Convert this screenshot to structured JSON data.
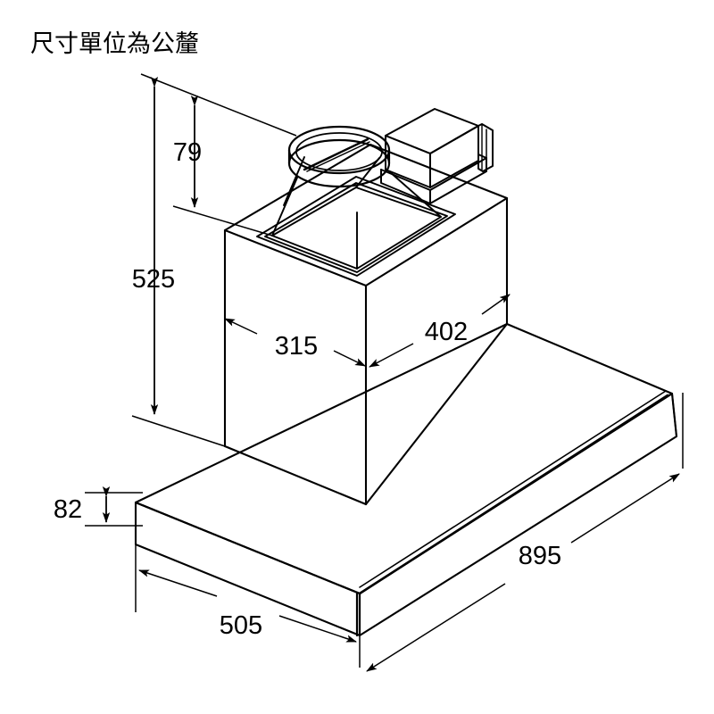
{
  "drawing": {
    "title": "尺寸單位為公釐",
    "units_note": "尺寸單位為公釐",
    "line_color": "#000000",
    "background_color": "#ffffff",
    "product": "wall-mounted chimney cooker hood",
    "projection": "isometric"
  },
  "dimensions": {
    "duct_height": "79",
    "chimney_height": "525",
    "chimney_width": "315",
    "chimney_depth": "402",
    "canopy_height": "82",
    "canopy_depth": "505",
    "canopy_width": "895"
  },
  "labels": [
    {
      "id": "d-79",
      "value": "79",
      "orientation": "vertical"
    },
    {
      "id": "d-525",
      "value": "525",
      "orientation": "vertical"
    },
    {
      "id": "d-315",
      "value": "315",
      "orientation": "horizontal"
    },
    {
      "id": "d-402",
      "value": "402",
      "orientation": "horizontal"
    },
    {
      "id": "d-82",
      "value": "82",
      "orientation": "vertical"
    },
    {
      "id": "d-505",
      "value": "505",
      "orientation": "diagonal"
    },
    {
      "id": "d-895",
      "value": "895",
      "orientation": "diagonal"
    }
  ]
}
